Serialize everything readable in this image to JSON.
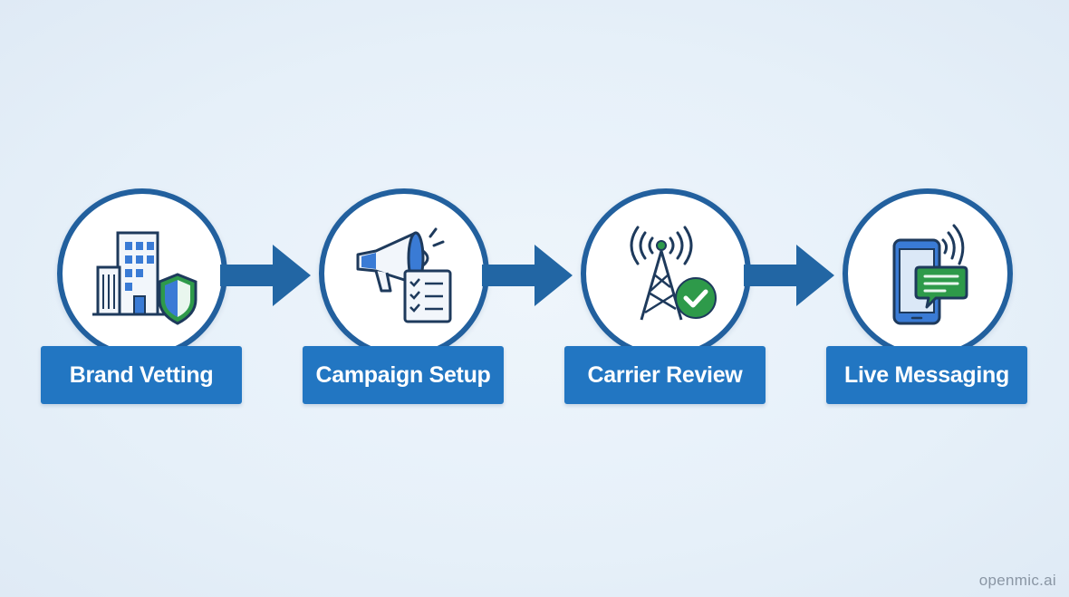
{
  "steps": [
    {
      "label": "Brand Vetting",
      "icon": "building-shield-icon"
    },
    {
      "label": "Campaign Setup",
      "icon": "megaphone-checklist-icon"
    },
    {
      "label": "Carrier Review",
      "icon": "cell-tower-check-icon"
    },
    {
      "label": "Live Messaging",
      "icon": "phone-message-icon"
    }
  ],
  "watermark": "openmic.ai",
  "colors": {
    "accent": "#2276c2",
    "ring": "#22609e",
    "arrow": "#2266a4",
    "icon_line": "#1e3a5c",
    "icon_blue": "#3a7bd5",
    "icon_green": "#2e9a4a",
    "background": "#e8f1fa"
  }
}
